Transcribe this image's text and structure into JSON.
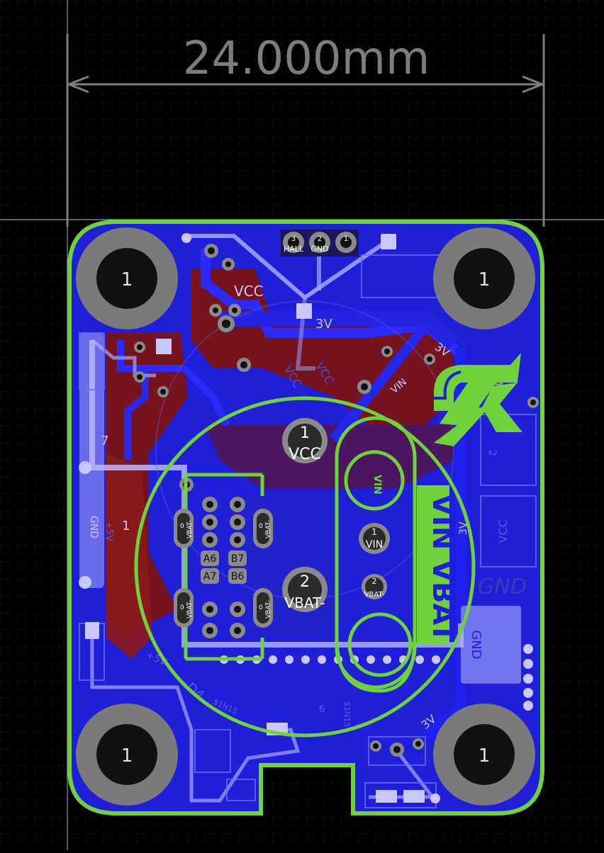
{
  "dimension": {
    "label": "24.000mm"
  },
  "mounting_holes": {
    "label": "1"
  },
  "connector": {
    "pin3": "3",
    "pin2": "2",
    "pin1": "1",
    "label_hall": "HALL",
    "label_gnd": "GND"
  },
  "silk": {
    "vcc_top": "VCC",
    "net_3v": "3V",
    "net_vin": "VIN",
    "vcc_ghost_a": "VCC",
    "vcc_ghost_b": "VCC",
    "ref_7": "7",
    "gnd_left": "GND",
    "v5_left": "+5V",
    "one_left": "1",
    "d4": "D4",
    "v5_bottom": "+5V",
    "part_a": "$1N15",
    "part_b": "$1N15",
    "right_2": "2",
    "right_vcc": "VCC",
    "right_gnd": "GND",
    "ref_6": "6",
    "vbat_big": "VBAT",
    "vin_big": "VIN",
    "pin_a6": "A6",
    "pin_a7": "A7",
    "pin_b7": "B7",
    "pin_b6": "B6",
    "vbat_minus": "VBAT-",
    "pad_zero": "0",
    "gnd_box": "GND"
  },
  "pads": {
    "vcc_num": "1",
    "vcc_label": "VCC",
    "vbat_num": "2",
    "vbat_label": "VBAT-",
    "vin_num": "1",
    "vin_label": "VIN",
    "vbatm_num": "2",
    "vbatm_label": "VBAT-"
  },
  "colors": {
    "background": "#000000",
    "copper_top": "#1f1fd8",
    "copper_bottom": "#8b0f0f",
    "outline": "#6fd23a",
    "silk": "#a8a8ff",
    "hole": "#111111",
    "pad": "#7a7a7a"
  }
}
